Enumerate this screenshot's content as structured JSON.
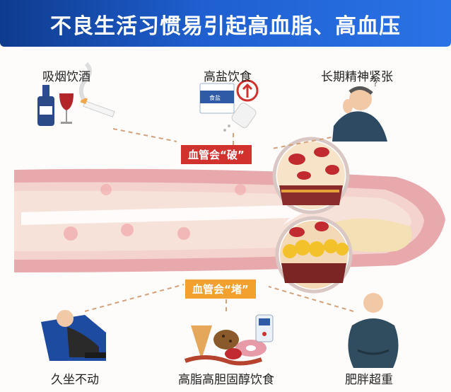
{
  "header": {
    "title": "不良生活习惯易引起高血脂、高血压"
  },
  "causes_top": [
    {
      "label": "吸烟饮酒"
    },
    {
      "label": "高盐饮食"
    },
    {
      "label": "长期精神紧张"
    }
  ],
  "causes_bottom": [
    {
      "label": "久坐不动"
    },
    {
      "label": "高脂高胆固醇饮食"
    },
    {
      "label": "肥胖超重"
    }
  ],
  "tags": {
    "break": "血管会“破”",
    "block": "血管会“堵”"
  },
  "salt_label": "食盐",
  "colors": {
    "header": "#1f5fd0",
    "tag_break": "#d1322d",
    "tag_block": "#f2a12e",
    "vessel": "#e8a9ad"
  },
  "icons": [
    "wine-bottle-icon",
    "wine-glass-icon",
    "cigarette-icon",
    "salt-box-icon",
    "arrow-up-icon",
    "stressed-man-icon",
    "sofa-man-icon",
    "junk-food-icon",
    "glucose-meter-icon",
    "obese-man-icon"
  ]
}
